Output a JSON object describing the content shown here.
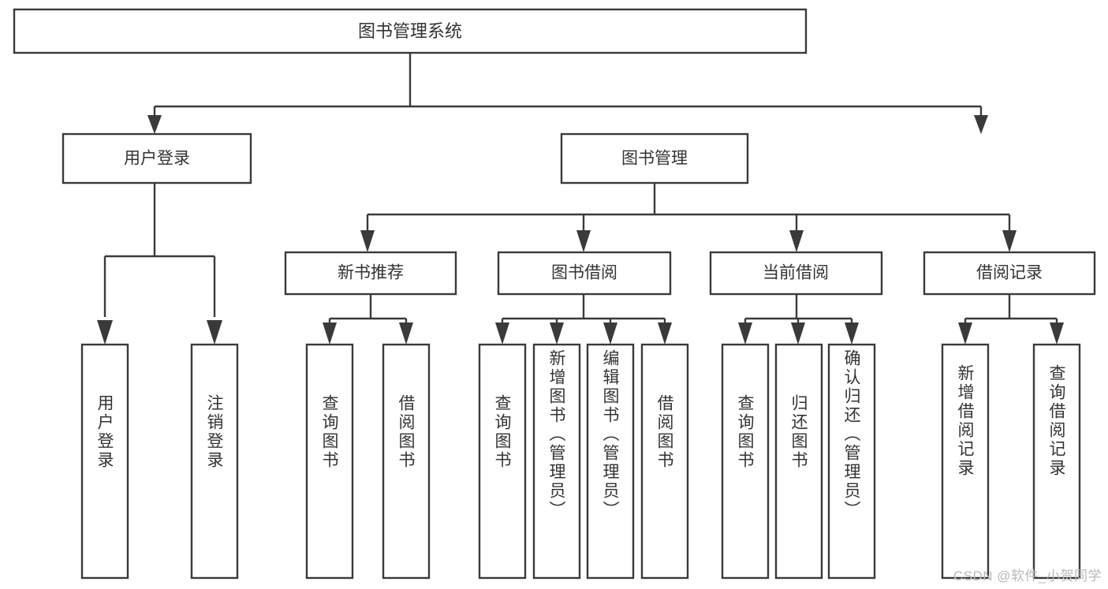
{
  "diagram": {
    "title": "图书管理系统",
    "type": "hierarchy-tree",
    "watermark": "CSDN @软件_小贺同学",
    "colors": {
      "box_stroke": "#3a3a3a",
      "box_fill": "#ffffff",
      "text": "#333333",
      "background": "#ffffff",
      "watermark": "#b9b9b9"
    },
    "root": {
      "label": "图书管理系统"
    },
    "level2": [
      {
        "label": "用户登录"
      },
      {
        "label": "图书管理"
      }
    ],
    "level3": [
      {
        "label": "新书推荐"
      },
      {
        "label": "图书借阅"
      },
      {
        "label": "当前借阅"
      },
      {
        "label": "借阅记录"
      }
    ],
    "leaves": {
      "user_login": [
        {
          "label": "用户登录"
        },
        {
          "label": "注销登录"
        }
      ],
      "new_book_recommend": [
        {
          "label": "查询图书"
        },
        {
          "label": "借阅图书"
        }
      ],
      "book_borrow": [
        {
          "label": "查询图书"
        },
        {
          "label": "新增图书（管理员）"
        },
        {
          "label": "编辑图书（管理员）"
        },
        {
          "label": "借阅图书"
        }
      ],
      "current_borrow": [
        {
          "label": "查询图书"
        },
        {
          "label": "归还图书"
        },
        {
          "label": "确认归还（管理员）"
        }
      ],
      "borrow_record": [
        {
          "label": "新增借阅记录"
        },
        {
          "label": "查询借阅记录"
        }
      ]
    }
  }
}
